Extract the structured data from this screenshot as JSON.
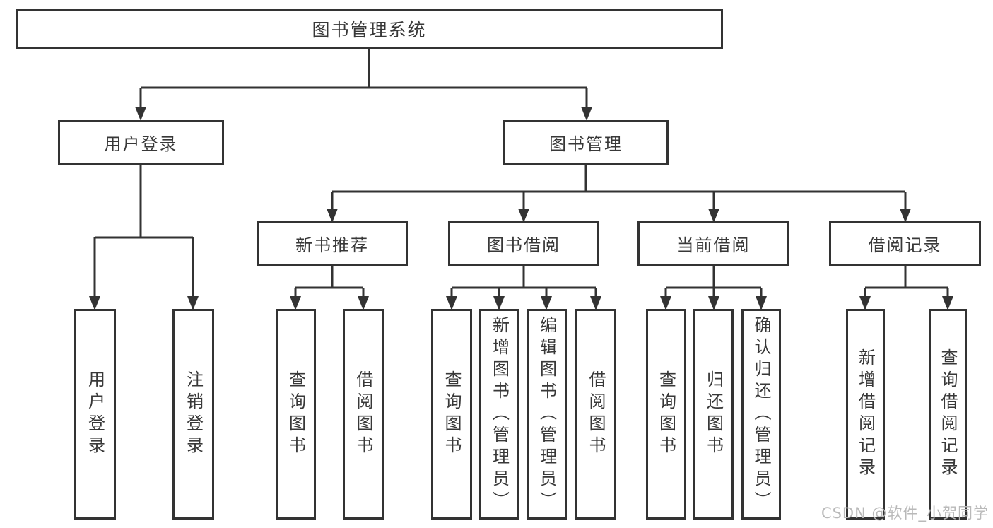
{
  "diagram": {
    "title": "图书管理系统",
    "colors": {
      "line": "#333333",
      "box_border": "#333333",
      "box_background": "#ffffff",
      "text": "#383838",
      "background": "#ffffff",
      "watermark": "#b9b9b9"
    },
    "watermark": {
      "text": "CSDN @软件_小贺同学"
    }
  },
  "tree": {
    "root": {
      "label": "图书管理系统",
      "children": [
        {
          "label": "用户登录",
          "children": [
            {
              "label": "用户登录"
            },
            {
              "label": "注销登录"
            }
          ]
        },
        {
          "label": "图书管理",
          "children": [
            {
              "label": "新书推荐",
              "children": [
                {
                  "label": "查询图书"
                },
                {
                  "label": "借阅图书"
                }
              ]
            },
            {
              "label": "图书借阅",
              "children": [
                {
                  "label": "查询图书"
                },
                {
                  "label": "新增图书（管理员）"
                },
                {
                  "label": "编辑图书（管理员）"
                },
                {
                  "label": "借阅图书"
                }
              ]
            },
            {
              "label": "当前借阅",
              "children": [
                {
                  "label": "查询图书"
                },
                {
                  "label": "归还图书"
                },
                {
                  "label": "确认归还（管理员）"
                }
              ]
            },
            {
              "label": "借阅记录",
              "children": [
                {
                  "label": "新增借阅记录"
                },
                {
                  "label": "查询借阅记录"
                }
              ]
            }
          ]
        }
      ]
    }
  }
}
